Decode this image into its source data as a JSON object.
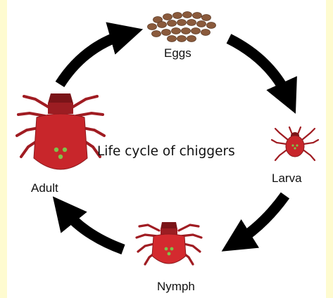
{
  "diagram": {
    "title": "Life cycle of chiggers",
    "stages": [
      {
        "id": "eggs",
        "label": "Eggs"
      },
      {
        "id": "larva",
        "label": "Larva"
      },
      {
        "id": "nymph",
        "label": "Nymph"
      },
      {
        "id": "adult",
        "label": "Adult"
      }
    ],
    "colors": {
      "background_border": "#fefbd0",
      "canvas": "#ffffff",
      "arrow": "#000000",
      "mite_body": "#c8262b",
      "mite_dark": "#7a1418",
      "egg": "#8a5a3c",
      "spot": "#7fc24a"
    }
  }
}
